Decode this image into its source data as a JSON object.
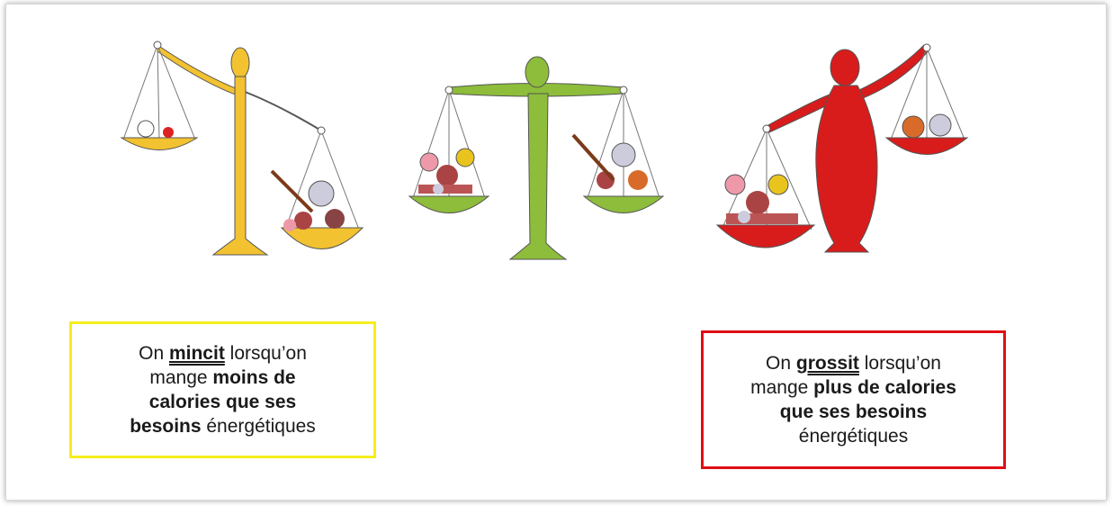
{
  "colors": {
    "thin": "#f2c230",
    "balanced": "#8dbd3a",
    "fat": "#d81c1c",
    "thin_box_border": "#f5ee1c",
    "fat_box_border": "#e00e14"
  },
  "figures": [
    {
      "name": "thin-scale-figure",
      "state": "mincit"
    },
    {
      "name": "balanced-scale-figure",
      "state": "équilibre"
    },
    {
      "name": "fat-scale-figure",
      "state": "grossit"
    }
  ],
  "captions": {
    "thin": {
      "line1_prefix": "On ",
      "keyword": "mincit",
      "line1_suffix": " lorsqu’on",
      "line2_prefix": "mange ",
      "line2_bold": "moins de",
      "line3_bold": "calories que ses",
      "line4_bold": "besoins",
      "line4_suffix": " énergétiques"
    },
    "fat": {
      "line1_prefix": "On ",
      "keyword": "grossit",
      "line1_suffix": " lorsqu’on",
      "line2_prefix": "mange ",
      "line2_bold": "plus de calories",
      "line3_bold": "que ses besoins",
      "line4_text": "énergétiques"
    }
  }
}
